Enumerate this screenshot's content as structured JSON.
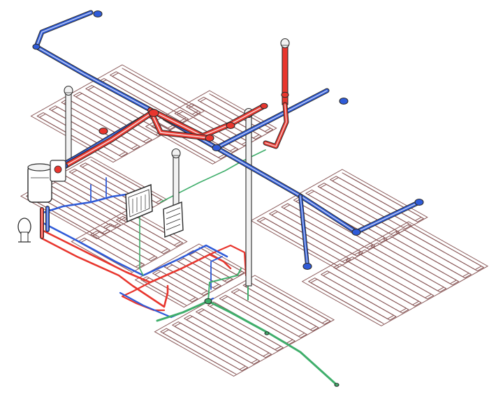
{
  "colors": {
    "floor_coil": "#8a5a5a",
    "supply_red": "#e8362e",
    "return_blue": "#2f5bd8",
    "drain_green": "#3fae6b",
    "outline": "#2b2b2b",
    "vent_grey": "#f2f2f2",
    "background": "#ffffff"
  },
  "components": {
    "water_heater": "boiler-tank",
    "expansion_vessel": "expansion-tank",
    "manifold": "underfloor-manifold",
    "control_panel": "wall-control-panel",
    "vent_stacks": "flue-vent-pipe"
  }
}
